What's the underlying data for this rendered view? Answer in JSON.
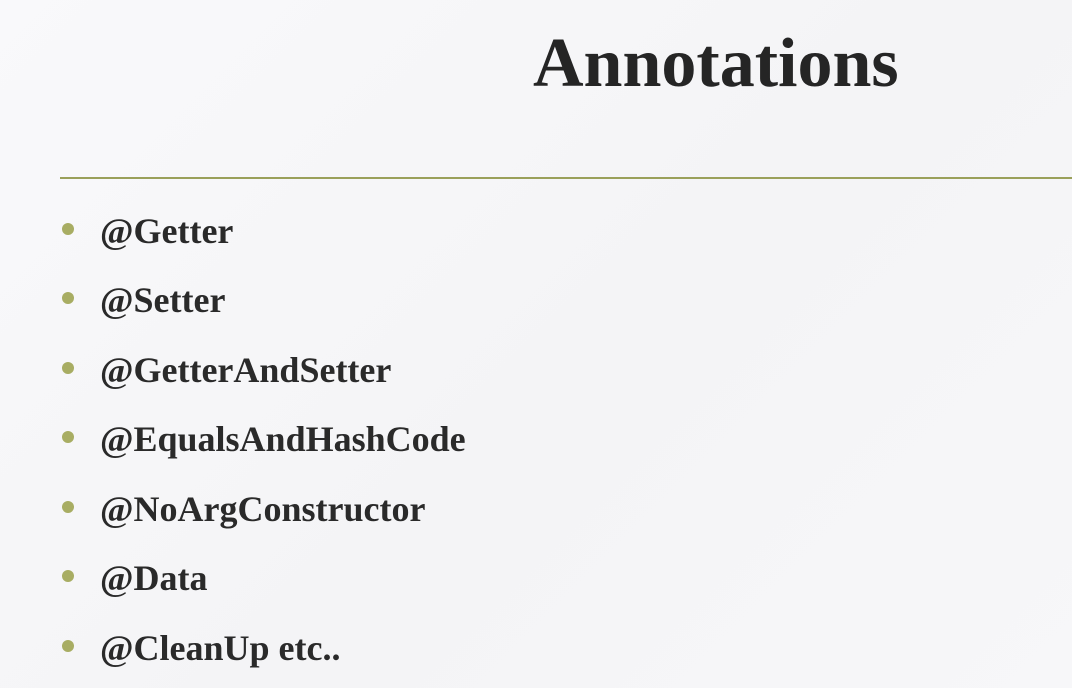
{
  "slide": {
    "title": "Annotations",
    "bullets": [
      {
        "label": "@Getter"
      },
      {
        "label": "@Setter"
      },
      {
        "label": "@GetterAndSetter"
      },
      {
        "label": "@EqualsAndHashCode"
      },
      {
        "label": "@NoArgConstructor"
      },
      {
        "label": "@Data"
      },
      {
        "label": "@CleanUp etc.."
      }
    ]
  },
  "colors": {
    "accent": "#9aa05a",
    "bullet": "#a8ad63",
    "text": "#2a2a2a"
  }
}
